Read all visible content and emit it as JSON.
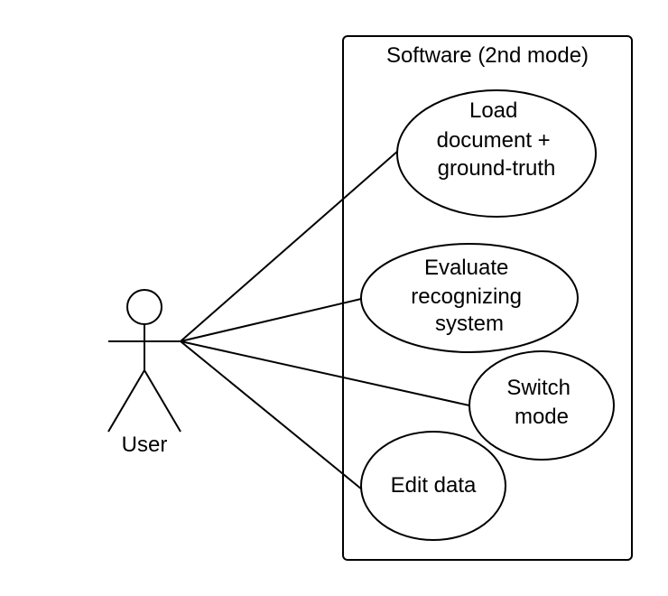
{
  "system": {
    "title": "Software (2nd mode)"
  },
  "actor": {
    "name": "User"
  },
  "use_cases": [
    {
      "lines": [
        "Load",
        "document +",
        "ground-truth"
      ]
    },
    {
      "lines": [
        "Evaluate",
        "recognizing",
        "system"
      ]
    },
    {
      "lines": [
        "Switch",
        "mode"
      ]
    },
    {
      "lines": [
        "Edit data"
      ]
    }
  ],
  "colors": {
    "stroke": "#000000",
    "background": "#ffffff"
  }
}
